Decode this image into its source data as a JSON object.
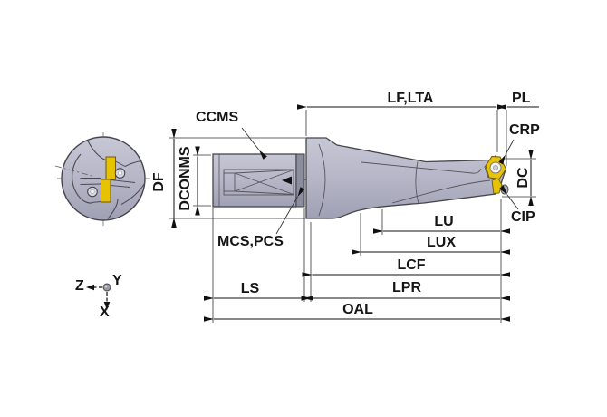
{
  "labels": {
    "ccms": "CCMS",
    "df": "DF",
    "dconms": "DCONMS",
    "mcs_pcs": "MCS,PCS",
    "lf_lta": "LF,LTA",
    "pl": "PL",
    "crp": "CRP",
    "dc": "DC",
    "cip": "CIP",
    "lu": "LU",
    "lux": "LUX",
    "lcf": "LCF",
    "lpr": "LPR",
    "ls": "LS",
    "oal": "OAL"
  },
  "axes": {
    "z": "Z",
    "y": "Y",
    "x": "X"
  },
  "colors": {
    "body_fill": "#b7b7c8",
    "body_shade": "#9d9db0",
    "collar_fill": "#8d8da0",
    "insert_yellow": "#e6c104",
    "outline": "#45454d",
    "dimension_line": "#1a1a1a",
    "background": "#ffffff"
  }
}
